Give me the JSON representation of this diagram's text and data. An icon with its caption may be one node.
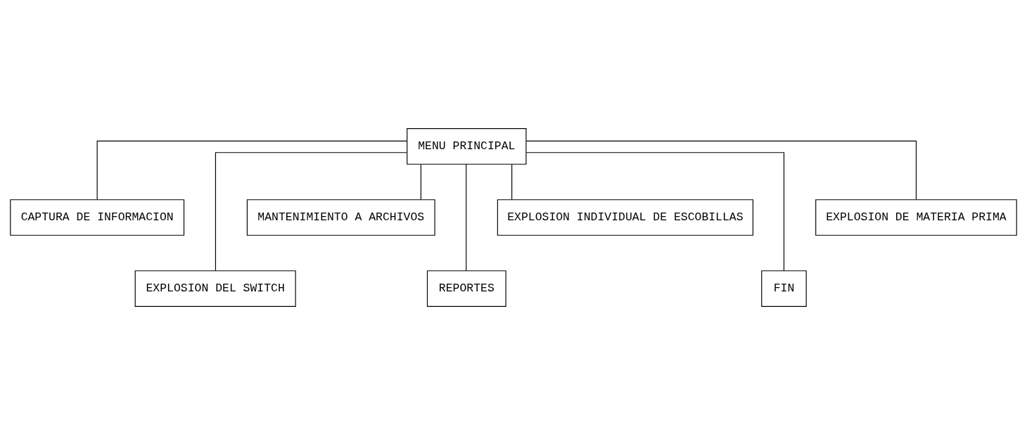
{
  "diagram": {
    "nodes": [
      {
        "text": [
          "MENU PRINCIPAL"
        ]
      },
      {
        "text": [
          "CAPTURA DE INFORMACION"
        ]
      },
      {
        "text": [
          "EXPLOSION DEL SWITCH"
        ]
      },
      {
        "text": [
          "MANTENIMIENTO A ARCHIVOS"
        ]
      },
      {
        "text": [
          "REPORTES"
        ]
      },
      {
        "text": [
          "EXPLOSION INDIVIDUAL DE ESCOBILLAS"
        ]
      },
      {
        "text": [
          "FIN"
        ]
      },
      {
        "text": [
          "EXPLOSION DE MATERIA PRIMA"
        ]
      }
    ],
    "edges": [
      {
        "from": 0,
        "to": 1,
        "arrow": "none"
      },
      {
        "from": 0,
        "to": 2,
        "arrow": "none"
      },
      {
        "from": 0,
        "to": 3,
        "arrow": "none"
      },
      {
        "from": 0,
        "to": 4,
        "arrow": "none"
      },
      {
        "from": 0,
        "to": 5,
        "arrow": "none"
      },
      {
        "from": 0,
        "to": 6,
        "arrow": "none"
      },
      {
        "from": 0,
        "to": 7,
        "arrow": "none"
      }
    ]
  }
}
